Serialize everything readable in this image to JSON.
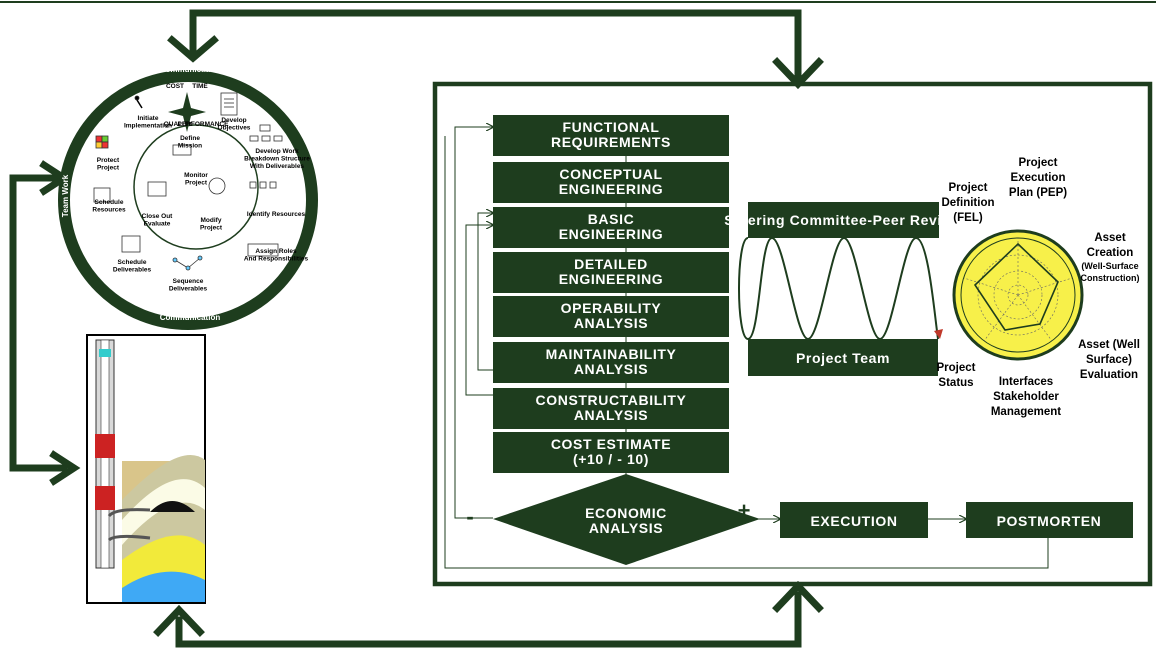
{
  "colors": {
    "dark_green": "#1e3d1e",
    "yellow": "#f7f04a",
    "arrow": "#1e3d1e"
  },
  "cycle": {
    "top": "Communication",
    "bottom": "Communication",
    "left": "Team Work",
    "items": [
      [
        "Define",
        "Mission"
      ],
      [
        "Develop",
        "Objectives"
      ],
      [
        "Develop Work",
        "Breakdown Structure",
        "With Deliverables"
      ],
      [
        "Identify Resources"
      ],
      [
        "Assign Roles",
        "And Responsibilities"
      ],
      [
        "Sequence",
        "Deliverables"
      ],
      [
        "Schedule",
        "Deliverables"
      ],
      [
        "Schedule",
        "Resources"
      ],
      [
        "Protect",
        "Project"
      ],
      [
        "Initiate",
        "Implementation"
      ],
      [
        "Monitor",
        "Project"
      ],
      [
        "Modify",
        "Project"
      ],
      [
        "Close Out",
        "Evaluate"
      ]
    ],
    "triangle": [
      "COST",
      "TIME",
      "QUALITY",
      "PERFORMANCE"
    ]
  },
  "steps": [
    [
      "FUNCTIONAL",
      "REQUIREMENTS"
    ],
    [
      "CONCEPTUAL",
      "ENGINEERING"
    ],
    [
      "BASIC",
      "ENGINEERING"
    ],
    [
      "DETAILED",
      "ENGINEERING"
    ],
    [
      "OPERABILITY",
      "ANALYSIS"
    ],
    [
      "MAINTAINABILITY",
      "ANALYSIS"
    ],
    [
      "CONSTRUCTABILITY",
      "ANALYSIS"
    ],
    [
      "COST ESTIMATE",
      "(+10 / - 10)"
    ]
  ],
  "decision": {
    "label": [
      "ECONOMIC",
      "ANALYSIS"
    ],
    "minus": "-",
    "plus": "+"
  },
  "execution": "EXECUTION",
  "postmortem": "POSTMORTEN",
  "steering": "Steering Committee-Peer Review",
  "project_team": "Project Team",
  "radar_labels": {
    "fel": [
      "Project",
      "Definition",
      "(FEL)"
    ],
    "pep": [
      "Project",
      "Execution",
      "Plan (PEP)"
    ],
    "asset_creation": [
      "Asset",
      "Creation",
      "(Well-Surface",
      "Construction)"
    ],
    "asset_eval": [
      "Asset (Well",
      "Surface)",
      "Evaluation"
    ],
    "interfaces": [
      "Interfaces",
      "Stakeholder",
      "Management"
    ],
    "status": [
      "Project",
      "Status"
    ]
  }
}
